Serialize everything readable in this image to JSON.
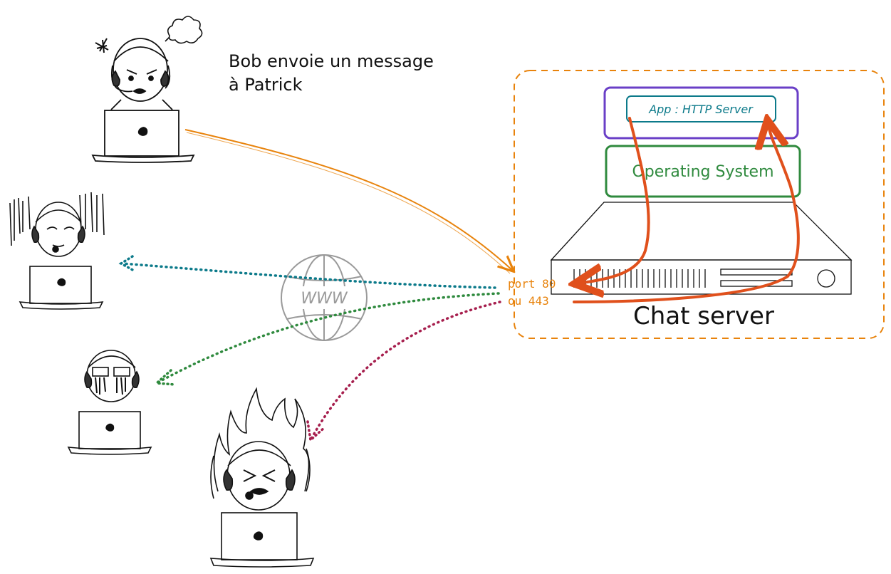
{
  "caption": {
    "line1": "Bob envoie un message",
    "line2": "à Patrick"
  },
  "server": {
    "app_label": "App : HTTP Server",
    "os_label": "Operating System",
    "name": "Chat server",
    "port_line1": "port 80",
    "port_line2": "ou 443"
  },
  "network": {
    "globe_label": "WWW"
  },
  "colors": {
    "orange": "#e8830c",
    "teal": "#0c7a8a",
    "green": "#2f8a3e",
    "crimson": "#a61e4d",
    "purple": "#6a3fc7",
    "red_orange": "#e0501c"
  },
  "users": [
    {
      "name": "bob",
      "mood": "angry"
    },
    {
      "name": "user-stressed",
      "mood": "stressed"
    },
    {
      "name": "user-crying",
      "mood": "crying"
    },
    {
      "name": "user-burning",
      "mood": "furious"
    }
  ]
}
